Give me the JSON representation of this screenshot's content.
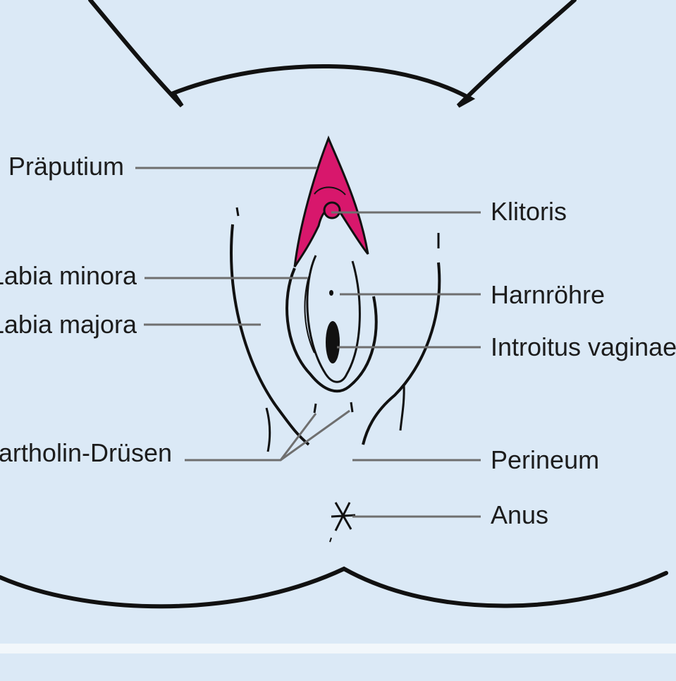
{
  "colors": {
    "background": "#dbe9f6",
    "outline": "#111111",
    "leader": "#6f6f6f",
    "highlight": "#d8176c"
  },
  "labels": {
    "praeputium": "Präputium",
    "labia_minora": "Labia minora",
    "labia_majora": "Labia majora",
    "bartholin": "Bartholin-Drüsen",
    "klitoris": "Klitoris",
    "harnroehre": "Harnröhre",
    "introitus": "Introitus vaginae",
    "perineum": "Perineum",
    "anus": "Anus"
  }
}
